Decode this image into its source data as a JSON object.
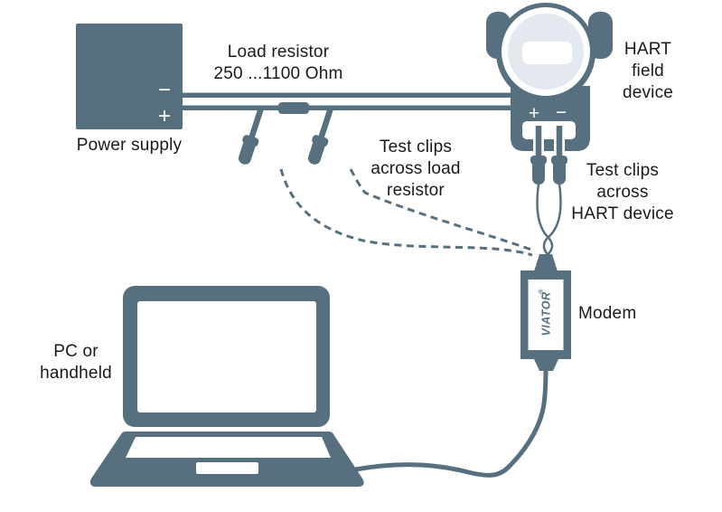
{
  "diagram": {
    "title": "HART field device wiring diagram",
    "colors": {
      "slate": "#567080",
      "light_panel": "#e3e9ee",
      "text": "#1a1a1a",
      "white": "#ffffff"
    },
    "power_supply": {
      "label": "Power supply",
      "minus": "−",
      "plus": "+"
    },
    "load_resistor": {
      "label_line1": "Load resistor",
      "label_line2": "250 ...1100 Ohm"
    },
    "test_clips_load": {
      "line1": "Test clips",
      "line2": "across load",
      "line3": "resistor"
    },
    "hart_device": {
      "label_line1": "HART",
      "label_line2": "field",
      "label_line3": "device",
      "plus": "+",
      "minus": "−"
    },
    "test_clips_hart": {
      "line1": "Test clips",
      "line2": "across",
      "line3": "HART device"
    },
    "modem": {
      "label": "Modem",
      "brand": "VIATOR",
      "brand_reg": "®"
    },
    "pc": {
      "label_line1": "PC or",
      "label_line2": "handheld"
    }
  }
}
